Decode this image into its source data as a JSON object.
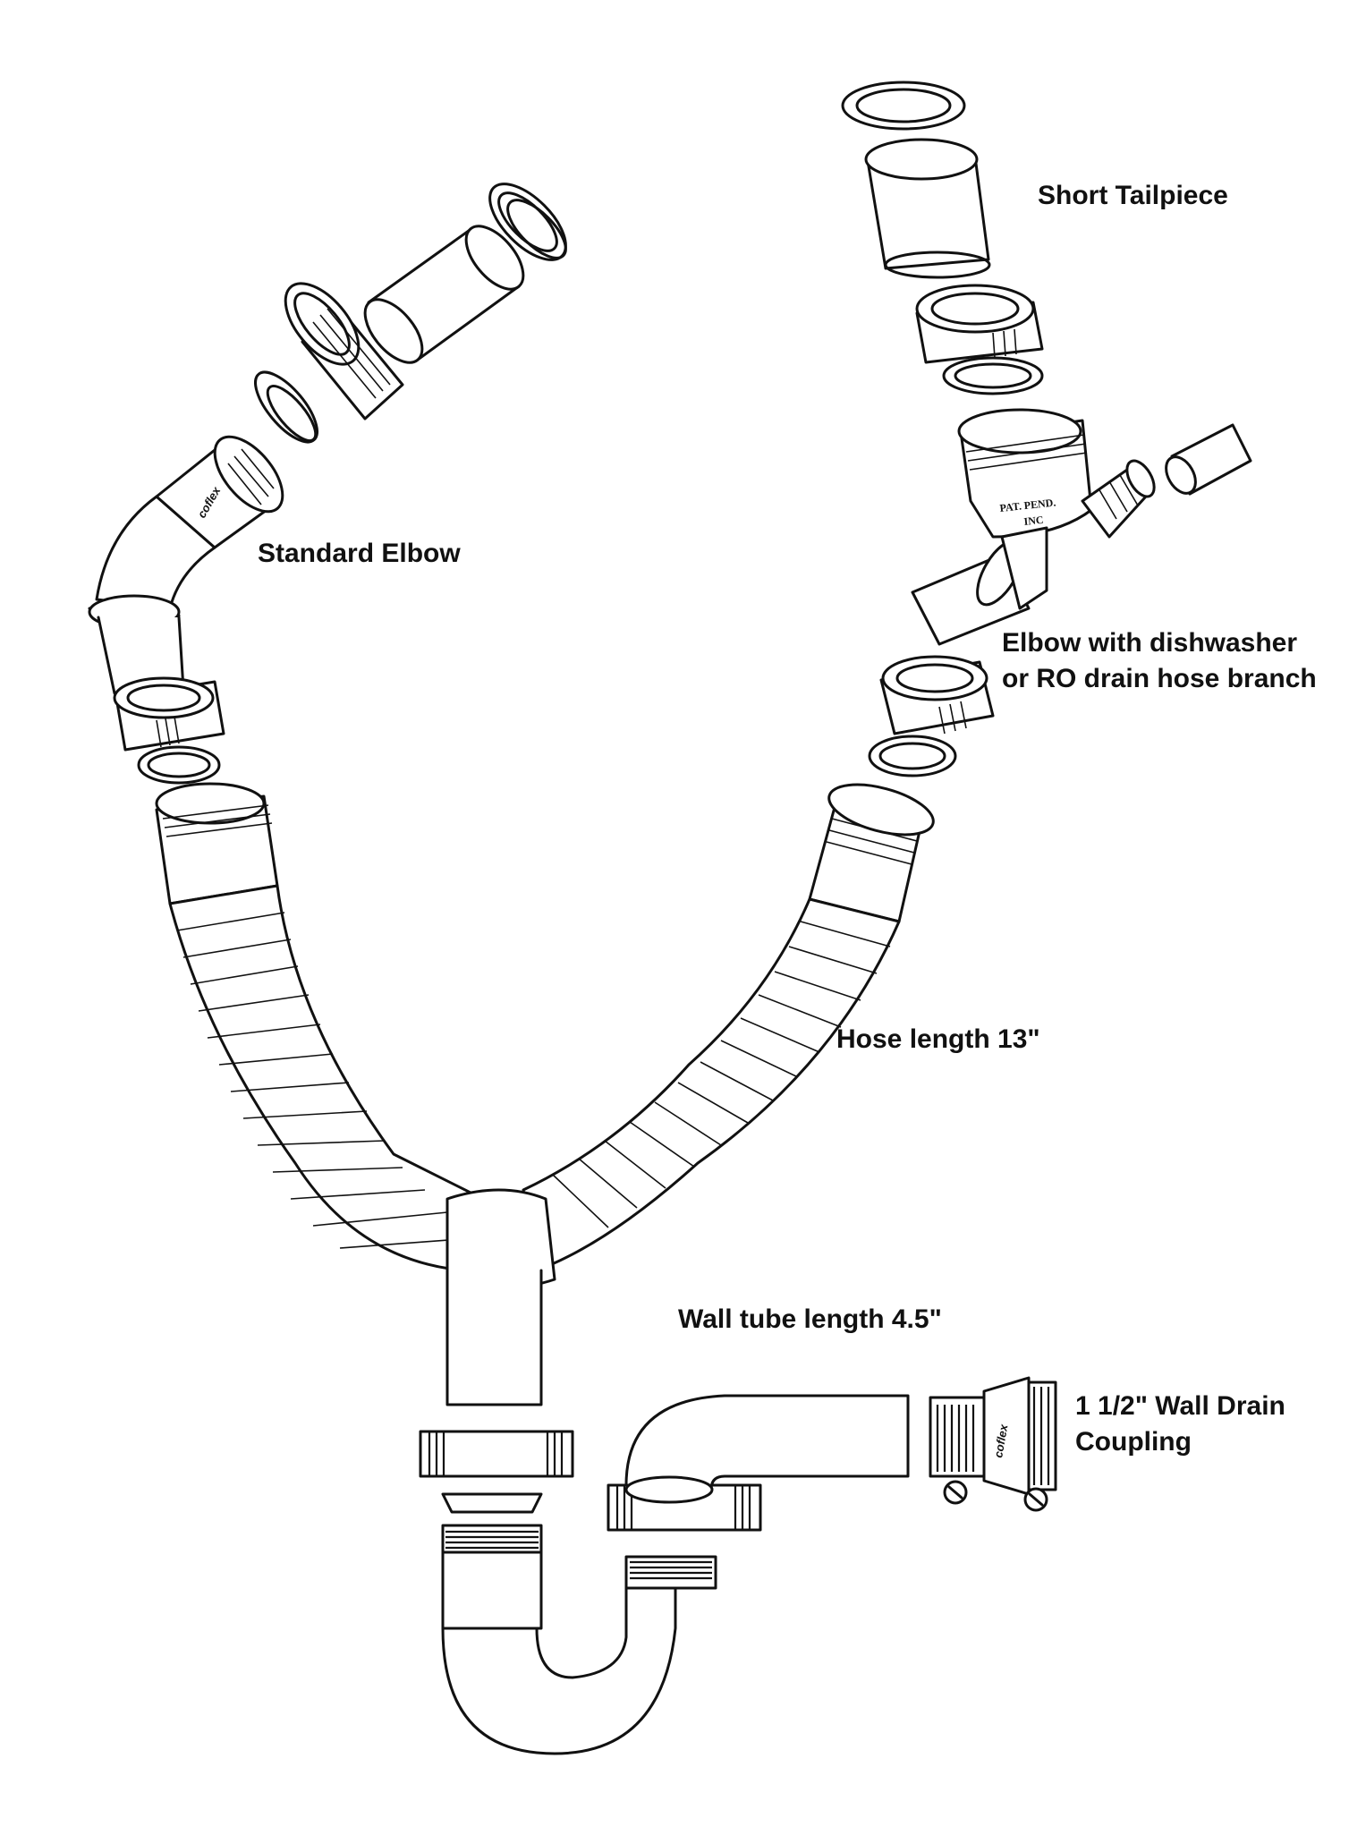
{
  "labels": {
    "short_tailpiece": "Short Tailpiece",
    "standard_elbow": "Standard Elbow",
    "elbow_branch_line1": "Elbow with dishwasher",
    "elbow_branch_line2": "or RO drain hose branch",
    "hose_length": "Hose length 13\"",
    "wall_tube_length": "Wall tube length 4.5\"",
    "wall_drain_line1": "1 1/2\" Wall Drain",
    "wall_drain_line2": "Coupling"
  },
  "stamps": {
    "pat_pend": "PAT. PEND.",
    "inc": "INC"
  },
  "brand": "coflex",
  "colors": {
    "line": "#111111",
    "background": "#ffffff"
  }
}
